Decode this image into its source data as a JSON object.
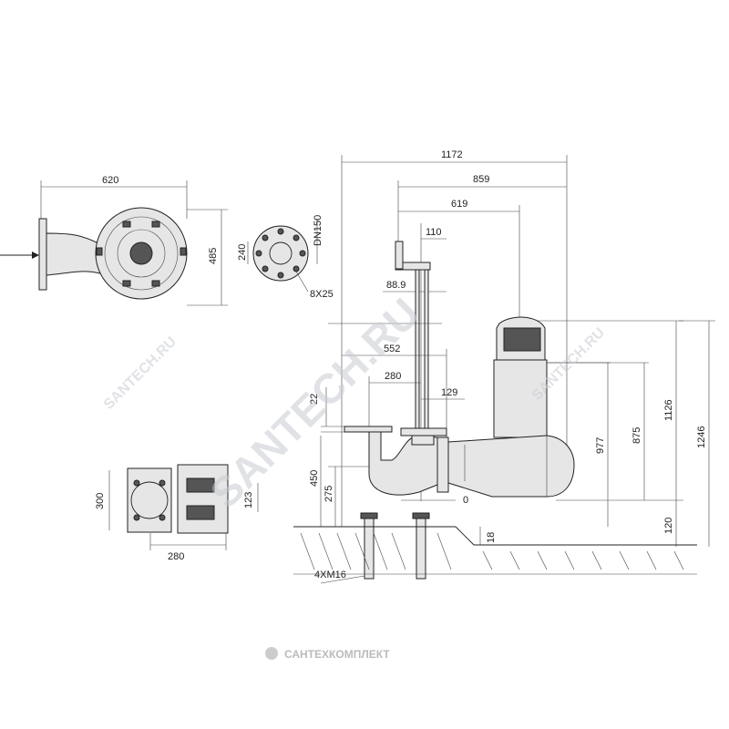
{
  "dimensions": {
    "top_view_width": "620",
    "top_view_height": "485",
    "flange_height": "240",
    "flange_dn": "DN150",
    "flange_bolts": "8X25",
    "overall_width": "1172",
    "pump_width": "859",
    "pump_offset": "619",
    "pipe_offset": "110",
    "pipe_dia": "88.9",
    "base_width": "552",
    "base_inner": "280",
    "base_offset": "129",
    "base_plate": "22",
    "height_450": "450",
    "height_275": "275",
    "zero": "0",
    "height_977": "977",
    "height_875": "875",
    "height_1126": "1126",
    "height_1246": "1246",
    "height_120": "120",
    "ground_18": "18",
    "anchor_bolts": "4XM16",
    "plan_height": "300",
    "plan_width": "280",
    "plan_123": "123"
  },
  "watermarks": {
    "main": "SANTECH.RU",
    "side_left": "SANTECH.RU",
    "side_right": "SANTECH.RU"
  },
  "footer": {
    "logo_text": "САНТЕХКОМПЛЕКТ"
  }
}
